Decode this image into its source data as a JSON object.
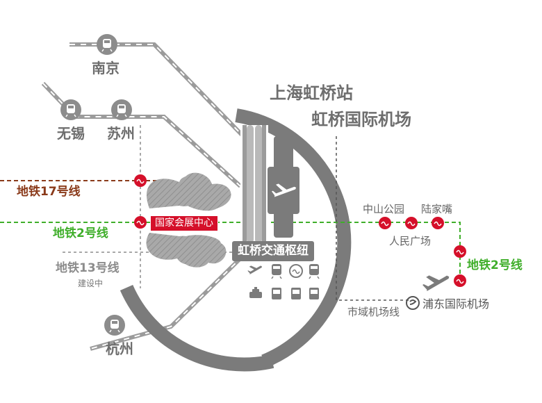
{
  "cities": {
    "nanjing": "南京",
    "wuxi": "无锡",
    "suzhou": "苏州",
    "hangzhou": "杭州"
  },
  "hubs": {
    "hongqiao_station": "上海虹桥站",
    "hongqiao_airport": "虹桥国际机场",
    "hongqiao_hub": "虹桥交通枢纽",
    "pudong_airport": "浦东国际机场"
  },
  "venue": "国家会展中心",
  "metro_lines": {
    "line17": {
      "label": "地铁17号线",
      "color": "#8a3a1a"
    },
    "line2_left": {
      "label": "地铁2号线",
      "color": "#3fae2a"
    },
    "line13": {
      "label": "地铁13号线",
      "status": "建设中",
      "color": "#8c8c8c"
    },
    "line2_right": {
      "label": "地铁2号线",
      "color": "#3fae2a"
    },
    "suburban": {
      "label": "市域机场线",
      "color": "#555555"
    }
  },
  "stations": {
    "zhongshan_park": "中山公园",
    "lujiazui": "陆家嘴",
    "peoples_square": "人民广场"
  },
  "colors": {
    "metro_marker": "#d5102a",
    "rail_gray": "#9b9b9b",
    "dark_gray": "#7b7b7b"
  },
  "icons": [
    "train-icon",
    "plane-icon",
    "metro-icon",
    "bus-icon",
    "taxi-icon",
    "maglev-icon"
  ]
}
